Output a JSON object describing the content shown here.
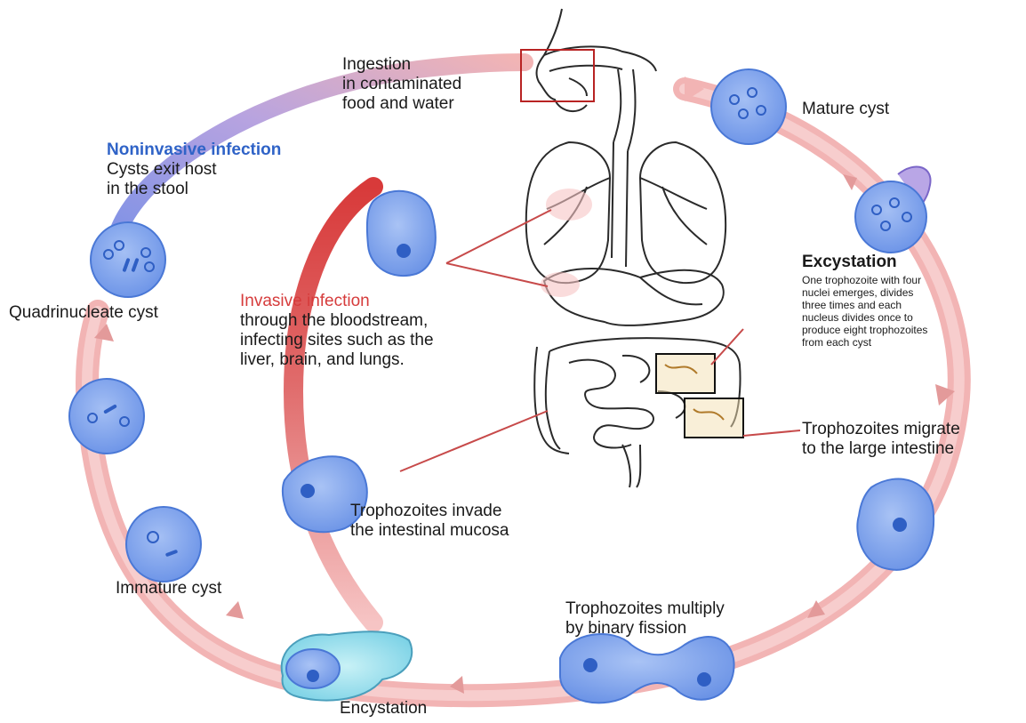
{
  "colors": {
    "cycle_arrow": "#f2b4b4",
    "cycle_arrow_edge": "#e79a9a",
    "noninvasive_arrow": "#8fa0e8",
    "invasive_arrow": "#dc4a4a",
    "noninvasive_text": "#2f63c7",
    "invasive_text": "#d63c3c",
    "cell_fill": "#7ea3ec",
    "cell_edge": "#4a78d6",
    "nucleus": "#2f5fc4",
    "pointer_line": "#c74a4a",
    "box_red": "#b82323",
    "box_black": "#111111"
  },
  "labels": {
    "ingestion": [
      "Ingestion",
      "in contaminated",
      "food and water"
    ],
    "mature_cyst": "Mature cyst",
    "noninvasive_title": "Noninvasive infection",
    "noninvasive_desc": [
      "Cysts exit host",
      "in the stool"
    ],
    "quadrinucleate": "Quadrinucleate cyst",
    "invasive_title": "Invasive infection",
    "invasive_desc": [
      "through the bloodstream,",
      "infecting sites such as the",
      "liver, brain, and lungs."
    ],
    "excystation_title": "Excystation",
    "excystation_desc": [
      "One trophozoite with four",
      "nuclei emerges, divides",
      "three times and each",
      "nucleus divides once to",
      "produce eight trophozoites",
      "from each cyst"
    ],
    "migrate": [
      "Trophozoites  migrate",
      "to the large intestine"
    ],
    "invade": [
      "Trophozoites invade",
      "the intestinal mucosa"
    ],
    "immature_cyst": "Immature cyst",
    "multiply": [
      "Trophozoites multiply",
      "by binary fission"
    ],
    "encystation": "Encystation"
  }
}
